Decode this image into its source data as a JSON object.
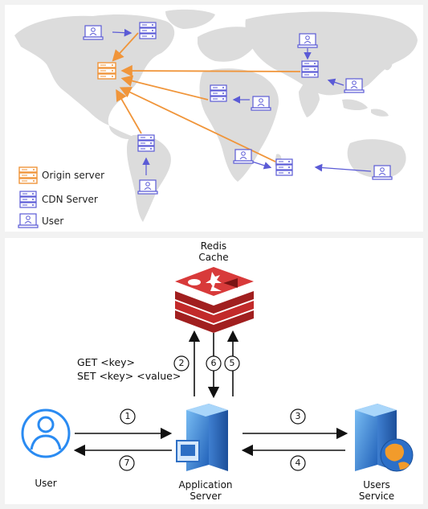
{
  "colors": {
    "origin": "#f0953a",
    "cdn": "#5b5bd6",
    "user": "#5b5bd6",
    "land": "#dcdcdc",
    "redis": "#d42a2a",
    "server_blue": "#3b82d6",
    "user_icon_blue": "#2a8bf2"
  },
  "map": {
    "legend": {
      "origin": "Origin server",
      "cdn": "CDN Server",
      "user": "User"
    }
  },
  "architecture": {
    "redis_label_line1": "Redis",
    "redis_label_line2": "Cache",
    "command_get": "GET <key>",
    "command_set": "SET <key> <value>",
    "user_label": "User",
    "app_label_line1": "Application",
    "app_label_line2": "Server",
    "users_service_line1": "Users",
    "users_service_line2": "Service",
    "steps": {
      "s1": "1",
      "s2": "2",
      "s3": "3",
      "s4": "4",
      "s5": "5",
      "s6": "6",
      "s7": "7"
    }
  }
}
